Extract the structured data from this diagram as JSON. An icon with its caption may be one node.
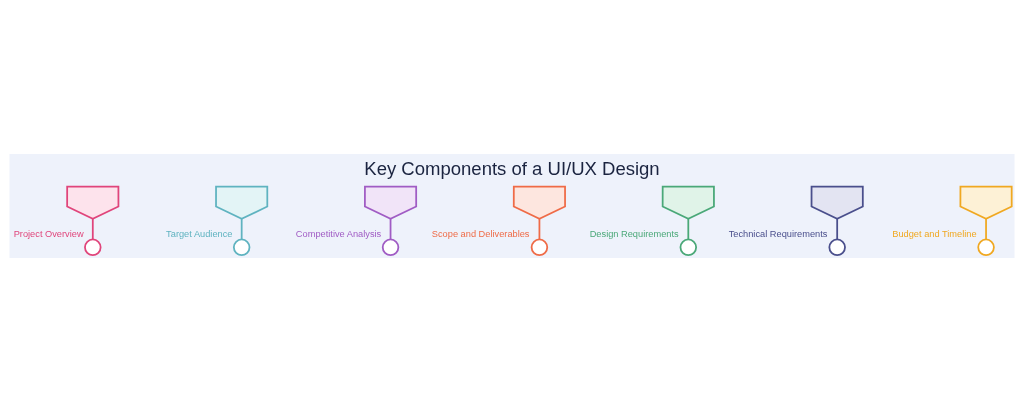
{
  "diagram": {
    "title": "Key Components of a UI/UX Design",
    "nodes": [
      {
        "text": [],
        "shape": "box"
      },
      {
        "text": [],
        "shape": "circle",
        "beside": [
          "Project Overview"
        ]
      },
      {
        "text": [],
        "shape": "box"
      },
      {
        "text": [],
        "shape": "circle",
        "beside": [
          "Target Audience"
        ]
      },
      {
        "text": [],
        "shape": "box"
      },
      {
        "text": [],
        "shape": "circle",
        "beside": [
          "Competitive Analysis"
        ]
      },
      {
        "text": [],
        "shape": "box"
      },
      {
        "text": [],
        "shape": "circle",
        "beside": [
          "Scope and Deliverables"
        ]
      },
      {
        "text": [],
        "shape": "box"
      },
      {
        "text": [],
        "shape": "circle",
        "beside": [
          "Design Requirements"
        ]
      },
      {
        "text": [],
        "shape": "box"
      },
      {
        "text": [],
        "shape": "circle",
        "beside": [
          "Technical Requirements"
        ]
      },
      {
        "text": [],
        "shape": "box"
      },
      {
        "text": [],
        "shape": "circle",
        "beside": [
          "Budget and Timeline"
        ]
      }
    ],
    "edges": [
      {
        "from": 0,
        "to": 1,
        "arrow": "none",
        "color": "#e0457b"
      },
      {
        "from": 2,
        "to": 3,
        "arrow": "none",
        "color": "#5fb3c0"
      },
      {
        "from": 4,
        "to": 5,
        "arrow": "none",
        "color": "#a05cc4"
      },
      {
        "from": 6,
        "to": 7,
        "arrow": "none",
        "color": "#ef6b47"
      },
      {
        "from": 8,
        "to": 9,
        "arrow": "none",
        "color": "#4aa878"
      },
      {
        "from": 10,
        "to": 11,
        "arrow": "none",
        "color": "#4a4f8c"
      },
      {
        "from": 12,
        "to": 13,
        "arrow": "none",
        "color": "#f0a821"
      }
    ]
  }
}
